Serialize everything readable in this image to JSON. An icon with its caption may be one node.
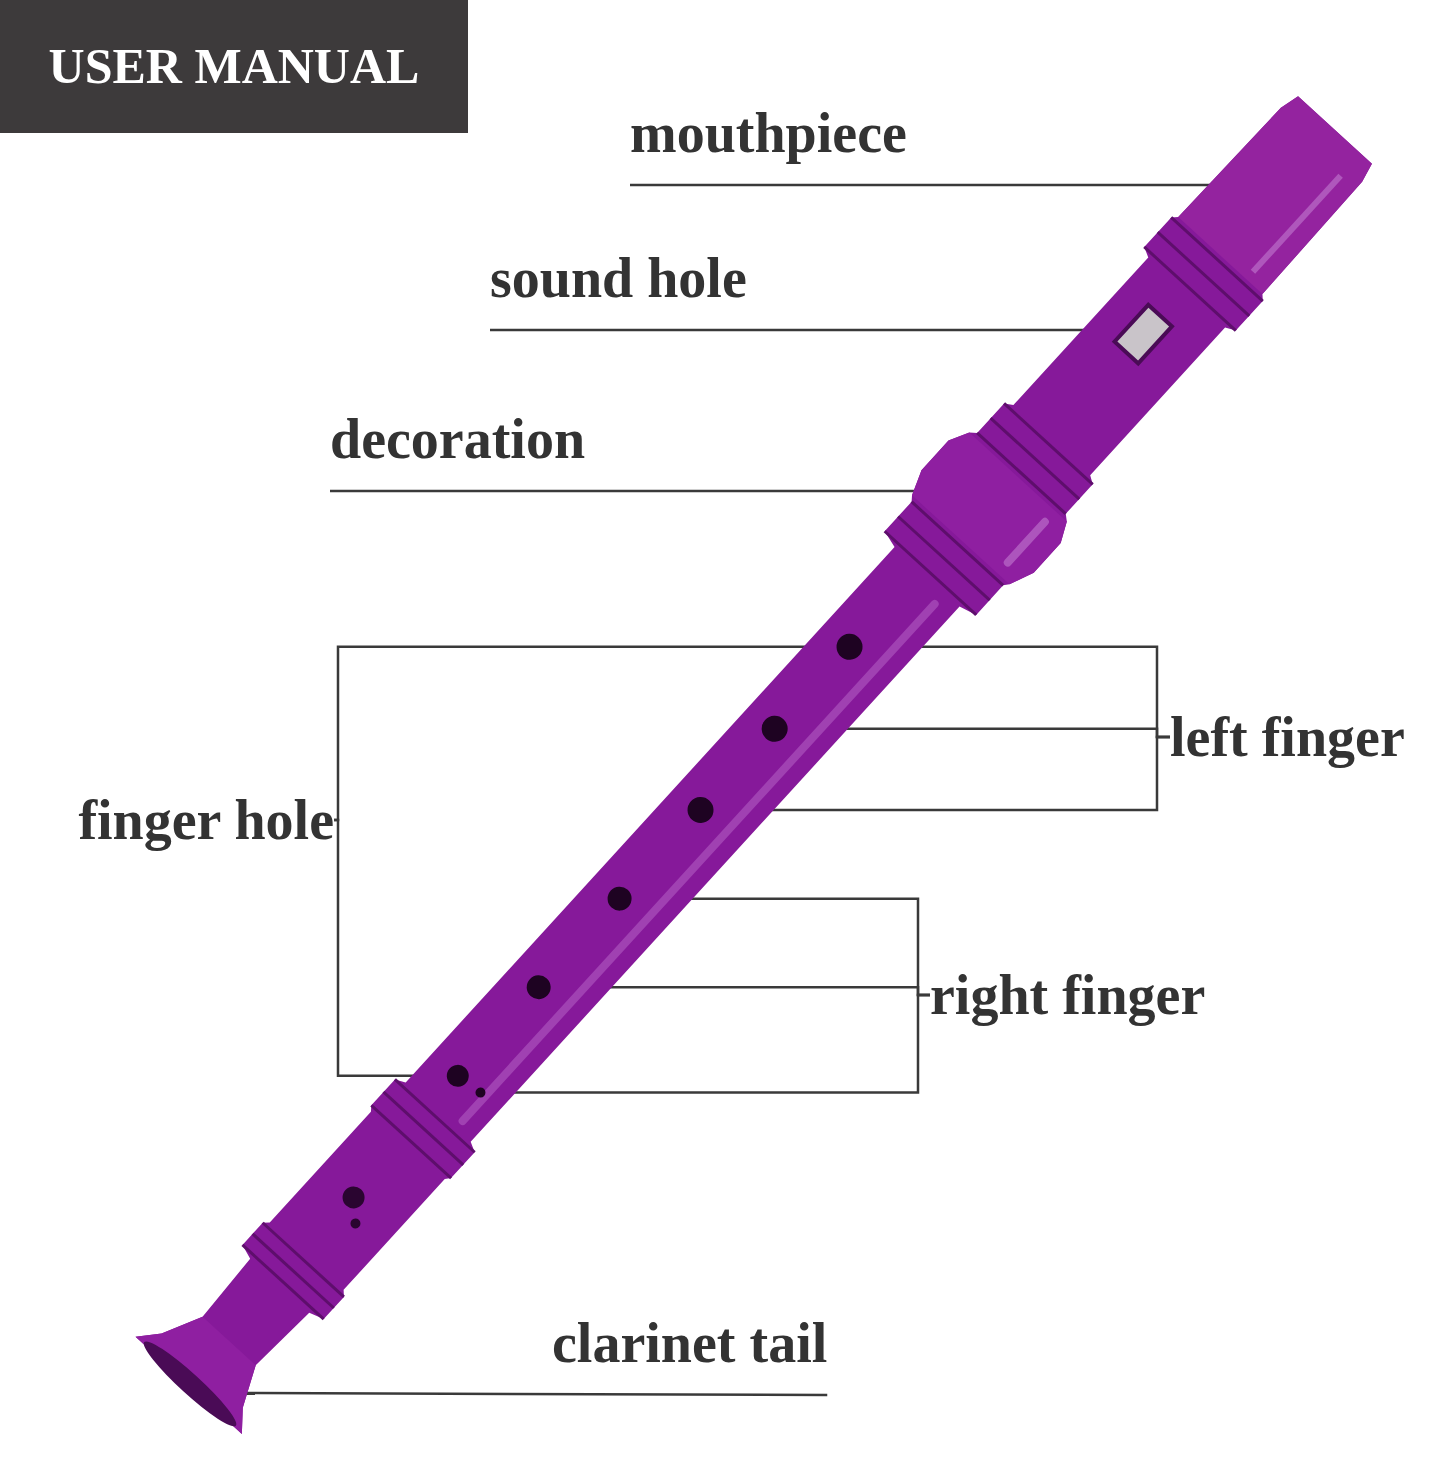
{
  "diagram": {
    "title": "USER MANUAL",
    "nodes": [
      {
        "text": [
          "mouthpiece"
        ]
      },
      {
        "text": [
          "sound hole"
        ]
      },
      {
        "text": [
          "decoration"
        ]
      },
      {
        "text": [
          "finger hole"
        ]
      },
      {
        "text": [
          "left finger"
        ]
      },
      {
        "text": [
          "right finger"
        ]
      },
      {
        "text": [
          "clarinet tail"
        ]
      },
      {
        "text": [],
        "shape": "picture"
      },
      {
        "text": [],
        "shape": "box"
      },
      {
        "text": [],
        "shape": "picture"
      },
      {
        "text": [],
        "shape": "circle"
      },
      {
        "text": [],
        "shape": "circle"
      },
      {
        "text": [],
        "shape": "circle"
      },
      {
        "text": [],
        "shape": "circle"
      },
      {
        "text": [],
        "shape": "circle"
      },
      {
        "text": [],
        "shape": "circle"
      },
      {
        "text": [],
        "shape": "picture"
      }
    ],
    "edges": [
      {
        "from": 0,
        "to": 7,
        "arrow": "none"
      },
      {
        "from": 1,
        "to": 8,
        "arrow": "none"
      },
      {
        "from": 2,
        "to": 9,
        "arrow": "none"
      },
      {
        "from": 3,
        "to": 10,
        "arrow": "none"
      },
      {
        "from": 3,
        "to": 15,
        "arrow": "none"
      },
      {
        "from": 4,
        "to": 10,
        "arrow": "none"
      },
      {
        "from": 4,
        "to": 11,
        "arrow": "none"
      },
      {
        "from": 4,
        "to": 12,
        "arrow": "none"
      },
      {
        "from": 5,
        "to": 13,
        "arrow": "none"
      },
      {
        "from": 5,
        "to": 14,
        "arrow": "none"
      },
      {
        "from": 5,
        "to": 15,
        "arrow": "none"
      },
      {
        "from": 6,
        "to": 16,
        "arrow": "none"
      }
    ]
  }
}
